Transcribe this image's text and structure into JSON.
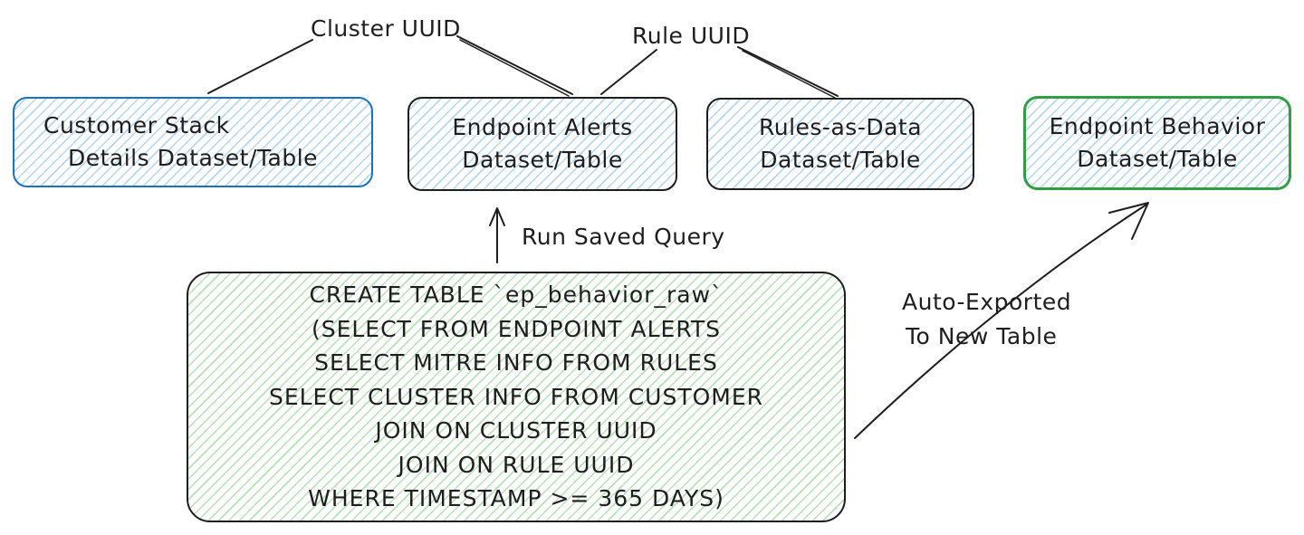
{
  "nodes": {
    "customer_stack": {
      "lines": [
        "Customer Stack",
        "Details Dataset/Table"
      ],
      "color": "#1971c2"
    },
    "endpoint_alerts": {
      "lines": [
        "Endpoint Alerts",
        "Dataset/Table"
      ],
      "color": "#1e1e1e"
    },
    "rules_as_data": {
      "lines": [
        "Rules-as-Data",
        "Dataset/Table"
      ],
      "color": "#1e1e1e"
    },
    "endpoint_behavior": {
      "lines": [
        "Endpoint Behavior",
        "Dataset/Table"
      ],
      "color": "#2f9e44"
    },
    "query": {
      "lines": [
        "CREATE TABLE `ep_behavior_raw`",
        "(SELECT FROM ENDPOINT ALERTS",
        "SELECT MITRE INFO FROM RULES",
        "SELECT CLUSTER INFO FROM CUSTOMER",
        "JOIN ON CLUSTER UUID",
        "JOIN ON RULE UUID",
        "WHERE TIMESTAMP >= 365 DAYS)"
      ],
      "color": "#1e1e1e"
    }
  },
  "labels": {
    "cluster_uuid": "Cluster UUID",
    "rule_uuid": "Rule UUID",
    "run_saved_query": "Run Saved Query",
    "auto_exported": [
      "Auto-Exported",
      "To New Table"
    ]
  },
  "colors": {
    "blue_hatch": "#a5d8ff",
    "green_hatch": "#b2f2bb",
    "stroke": "#1e1e1e"
  }
}
